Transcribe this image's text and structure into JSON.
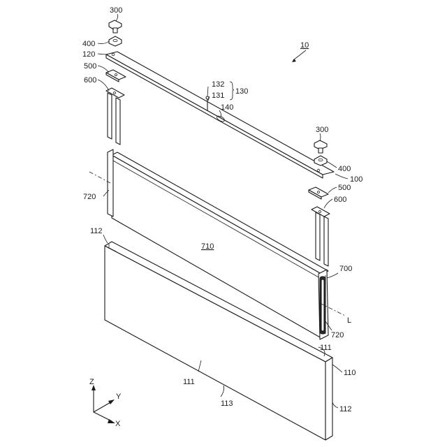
{
  "figure": {
    "assembly_ref": "10",
    "labels": {
      "l300a": "300",
      "l400a": "400",
      "l120": "120",
      "l500a": "500",
      "l600a": "600",
      "l132": "132",
      "l131": "131",
      "l130": "130",
      "l140": "140",
      "l300b": "300",
      "l400b": "400",
      "l100": "100",
      "l500b": "500",
      "l600b": "600",
      "l720a": "720",
      "l710": "710",
      "l700": "700",
      "l112a": "112",
      "lL": "L",
      "l720b": "720",
      "l111a": "111",
      "l110": "110",
      "l111b": "111",
      "l113": "113",
      "l112b": "112"
    },
    "axes": {
      "z": "Z",
      "y": "Y",
      "x": "X"
    }
  }
}
